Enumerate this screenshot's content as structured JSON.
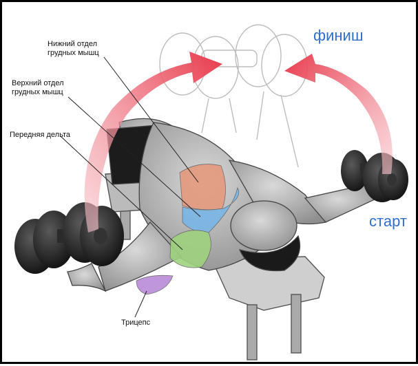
{
  "labels": {
    "lower_chest": "Нижний отдел\nгрудных мышц",
    "upper_chest": "Верхний отдел\nгрудных мышц",
    "front_delt": "Передняя дельта",
    "triceps": "Трицепс",
    "finish": "финиш",
    "start": "старт"
  },
  "colors": {
    "arrow": "#e8384a",
    "text_blue": "#2f6fd1",
    "lower_chest_muscle": "#e59a7e",
    "upper_chest_muscle": "#79b6e6",
    "front_delt_muscle": "#9fd27e",
    "triceps_muscle": "#b98ad8"
  }
}
